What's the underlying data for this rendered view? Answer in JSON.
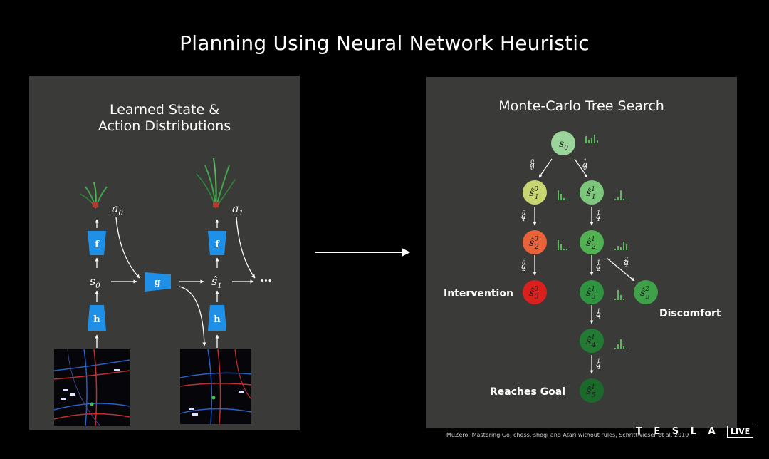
{
  "title": "Planning Using Neural Network Heuristic",
  "left": {
    "title_line1": "Learned State &",
    "title_line2": "Action Distributions",
    "blocks": {
      "f": "f",
      "g": "g",
      "h": "h"
    },
    "math": {
      "a0": "a",
      "a0_sub": "0",
      "a1": "a",
      "a1_sub": "1",
      "s0": "s",
      "s0_sub": "0",
      "s1": "ŝ",
      "s1_sub": "1",
      "ellipsis": "···"
    }
  },
  "right": {
    "title": "Monte-Carlo Tree Search",
    "labels": {
      "intervention": "Intervention",
      "discomfort": "Discomfort",
      "reaches_goal": "Reaches Goal"
    },
    "nodes": [
      {
        "base": "s",
        "sup": "",
        "sub": "0",
        "color": "#9bd59b"
      },
      {
        "base": "ŝ",
        "sup": "0",
        "sub": "1",
        "color": "#c8d671"
      },
      {
        "base": "ŝ",
        "sup": "1",
        "sub": "1",
        "color": "#7dc77d"
      },
      {
        "base": "ŝ",
        "sup": "0",
        "sub": "2",
        "color": "#e8623a"
      },
      {
        "base": "ŝ",
        "sup": "1",
        "sub": "2",
        "color": "#52b152"
      },
      {
        "base": "ŝ",
        "sup": "0",
        "sub": "3",
        "color": "#d9201c"
      },
      {
        "base": "ŝ",
        "sup": "1",
        "sub": "3",
        "color": "#2f9440"
      },
      {
        "base": "ŝ",
        "sup": "2",
        "sub": "3",
        "color": "#3fa24a"
      },
      {
        "base": "ŝ",
        "sup": "1",
        "sub": "4",
        "color": "#237a33"
      },
      {
        "base": "ŝ",
        "sup": "1",
        "sub": "5",
        "color": "#1b6a2b"
      }
    ],
    "edges": [
      {
        "sup": "0",
        "sub": "0"
      },
      {
        "sup": "1",
        "sub": "0"
      },
      {
        "sup": "0",
        "sub": "1"
      },
      {
        "sup": "1",
        "sub": "1"
      },
      {
        "sup": "0",
        "sub": "2"
      },
      {
        "sup": "1",
        "sub": "2"
      },
      {
        "sup": "2",
        "sub": "2"
      },
      {
        "sup": "1",
        "sub": "3"
      },
      {
        "sup": "1",
        "sub": "4"
      }
    ]
  },
  "footer": "MuZero: Mastering Go, chess, shogi and Atari without rules, Schrittwieser et al. 2019",
  "logo": "T E S L A",
  "live": "LIVE",
  "colors": {
    "panel": "#3a3b39",
    "block": "#1e90e8",
    "bars": "#5cb85c"
  }
}
